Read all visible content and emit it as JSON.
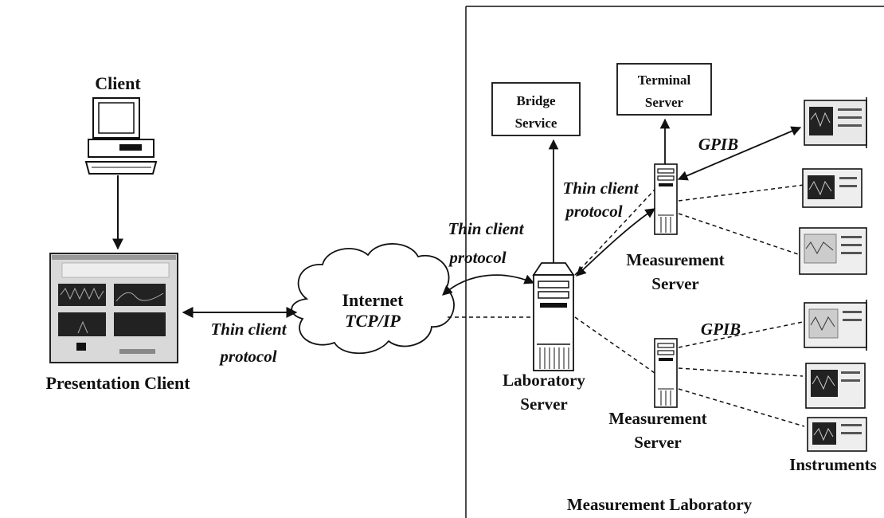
{
  "labels": {
    "client": "Client",
    "presentation_client": "Presentation Client",
    "internet_line1": "Internet",
    "internet_line2": "TCP/IP",
    "thin_left_1": "Thin client",
    "thin_left_2": "protocol",
    "thin_mid_1": "Thin client",
    "thin_mid_2": "protocol",
    "thin_right_1": "Thin client",
    "thin_right_2": "protocol",
    "bridge_1": "Bridge",
    "bridge_2": "Service",
    "terminal_1": "Terminal",
    "terminal_2": "Server",
    "gpib_top": "GPIB",
    "gpib_bottom": "GPIB",
    "ms_top_1": "Measurement",
    "ms_top_2": "Server",
    "ms_bottom_1": "Measurement",
    "ms_bottom_2": "Server",
    "lab_1": "Laboratory",
    "lab_2": "Server",
    "instruments": "Instruments",
    "measurement_laboratory": "Measurement Laboratory"
  }
}
